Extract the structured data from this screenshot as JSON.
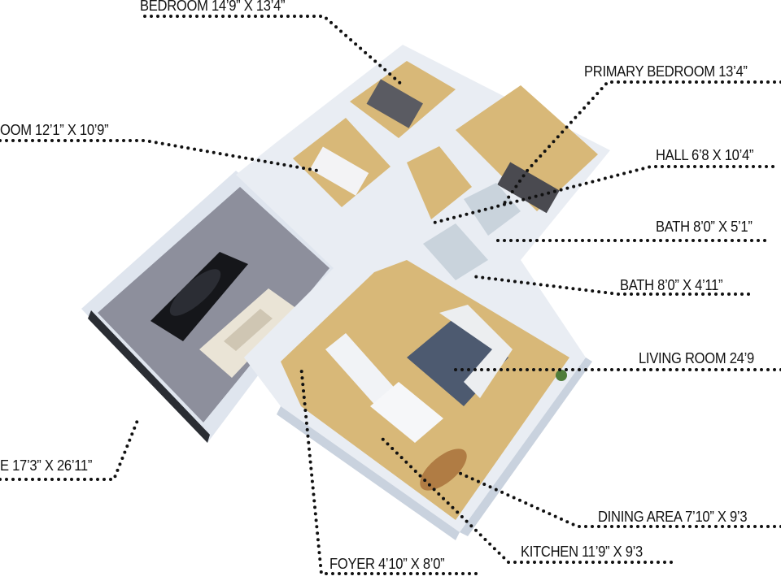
{
  "labels": {
    "bedroom_2": "BEDROOM 14’9” X 13’4”",
    "bedroom_3": "OOM 12’1” X 10’9”",
    "primary_bedroom": "PRIMARY BEDROOM 13’4”",
    "hall": "HALL 6’8 X 10’4”",
    "bath_1": "BATH 8’0” X 5’1”",
    "bath_2": "BATH 8’0” X 4’11”",
    "living_room": "LIVING ROOM 24’9",
    "garage": "E 17’3” X 26’11”",
    "dining_area": "DINING AREA 7’10” X 9’3",
    "kitchen": "KITCHEN 11’9” X 9’3",
    "foyer": "FOYER 4’10” X 8’0”"
  },
  "colors": {
    "wall": "#e9edf3",
    "wall_shade": "#c9d2de",
    "wood_floor": "#d8b878",
    "garage_floor": "#8d8f9c",
    "rug": "#4d5a70",
    "leader": "#111111"
  }
}
